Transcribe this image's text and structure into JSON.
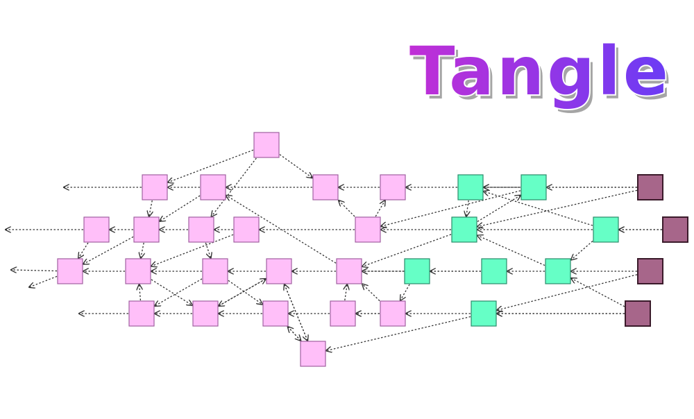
{
  "title": "Tangle",
  "colors": {
    "title_start": "#c02fd6",
    "title_end": "#6a3cf5",
    "pink": "#ffbff9",
    "pink_border": "#a060a0",
    "green": "#66ffc6",
    "green_border": "#2a8a6a",
    "purple": "#a7668a",
    "purple_border": "#3a1a2a",
    "edge": "#333333"
  },
  "nodes": [
    {
      "id": "P0",
      "state": "pink"
    },
    {
      "id": "A1",
      "state": "pink"
    },
    {
      "id": "A2",
      "state": "pink"
    },
    {
      "id": "A3",
      "state": "pink"
    },
    {
      "id": "A4",
      "state": "pink"
    },
    {
      "id": "A5",
      "state": "green"
    },
    {
      "id": "A6",
      "state": "green"
    },
    {
      "id": "A7",
      "state": "purple"
    },
    {
      "id": "B1",
      "state": "pink"
    },
    {
      "id": "B2",
      "state": "pink"
    },
    {
      "id": "B3",
      "state": "pink"
    },
    {
      "id": "B4",
      "state": "pink"
    },
    {
      "id": "B5",
      "state": "pink"
    },
    {
      "id": "B6",
      "state": "green"
    },
    {
      "id": "B7",
      "state": "green"
    },
    {
      "id": "B8",
      "state": "purple"
    },
    {
      "id": "C1",
      "state": "pink"
    },
    {
      "id": "C2",
      "state": "pink"
    },
    {
      "id": "C3",
      "state": "pink"
    },
    {
      "id": "C4",
      "state": "pink"
    },
    {
      "id": "C5",
      "state": "pink"
    },
    {
      "id": "C6",
      "state": "green"
    },
    {
      "id": "C7",
      "state": "green"
    },
    {
      "id": "C8",
      "state": "green"
    },
    {
      "id": "C9",
      "state": "purple"
    },
    {
      "id": "D1",
      "state": "pink"
    },
    {
      "id": "D2",
      "state": "pink"
    },
    {
      "id": "D3",
      "state": "pink"
    },
    {
      "id": "D4",
      "state": "pink"
    },
    {
      "id": "D5",
      "state": "pink"
    },
    {
      "id": "D6",
      "state": "green"
    },
    {
      "id": "D7",
      "state": "purple"
    },
    {
      "id": "E1",
      "state": "pink"
    }
  ],
  "edges": [
    [
      "A7",
      "A6"
    ],
    [
      "A6",
      "A5"
    ],
    [
      "A5",
      "A4"
    ],
    [
      "A4",
      "A3"
    ],
    [
      "A3",
      "A2"
    ],
    [
      "A2",
      "A1"
    ],
    [
      "A1",
      "L1"
    ],
    [
      "B8",
      "B7"
    ],
    [
      "B7",
      "B6"
    ],
    [
      "B6",
      "B5"
    ],
    [
      "B5",
      "B4"
    ],
    [
      "B4",
      "B3"
    ],
    [
      "B3",
      "B2"
    ],
    [
      "B2",
      "B1"
    ],
    [
      "B1",
      "L2"
    ],
    [
      "C9",
      "C8"
    ],
    [
      "C8",
      "C7"
    ],
    [
      "C7",
      "C6"
    ],
    [
      "C6",
      "C5"
    ],
    [
      "C5",
      "C4"
    ],
    [
      "C4",
      "C3"
    ],
    [
      "C3",
      "C2"
    ],
    [
      "C2",
      "C1"
    ],
    [
      "C1",
      "L3a"
    ],
    [
      "C1",
      "L3b"
    ],
    [
      "D7",
      "D6"
    ],
    [
      "D6",
      "D5"
    ],
    [
      "D5",
      "D4"
    ],
    [
      "D4",
      "D3"
    ],
    [
      "D3",
      "D2"
    ],
    [
      "D2",
      "D1"
    ],
    [
      "D1",
      "L4"
    ],
    [
      "P0",
      "A1"
    ],
    [
      "P0",
      "A3"
    ],
    [
      "P0",
      "B3"
    ],
    [
      "A1",
      "B2"
    ],
    [
      "A2",
      "B2"
    ],
    [
      "A5",
      "B6"
    ],
    [
      "A6",
      "B5"
    ],
    [
      "A7",
      "A5"
    ],
    [
      "A7",
      "B6"
    ],
    [
      "B1",
      "C1"
    ],
    [
      "B2",
      "C2"
    ],
    [
      "B3",
      "C3"
    ],
    [
      "B4",
      "C2"
    ],
    [
      "B5",
      "A4"
    ],
    [
      "B5",
      "A3"
    ],
    [
      "B6",
      "C5"
    ],
    [
      "B6",
      "A6"
    ],
    [
      "B7",
      "A5"
    ],
    [
      "B8",
      "B7"
    ],
    [
      "B7",
      "C8"
    ],
    [
      "C2",
      "D2"
    ],
    [
      "C3",
      "D3"
    ],
    [
      "C4",
      "D2"
    ],
    [
      "C4",
      "E1"
    ],
    [
      "C5",
      "A2"
    ],
    [
      "C6",
      "D5"
    ],
    [
      "C7",
      "C5"
    ],
    [
      "C8",
      "B6"
    ],
    [
      "C9",
      "D6"
    ],
    [
      "D1",
      "C2"
    ],
    [
      "D2",
      "C4"
    ],
    [
      "D3",
      "E1"
    ],
    [
      "D4",
      "C5"
    ],
    [
      "D5",
      "C5"
    ],
    [
      "D5",
      "D4"
    ],
    [
      "D6",
      "E1"
    ],
    [
      "D7",
      "C8"
    ],
    [
      "D7",
      "D6"
    ],
    [
      "E1",
      "D3"
    ],
    [
      "E1",
      "C4"
    ],
    [
      "C3",
      "D1"
    ],
    [
      "B2",
      "C1"
    ]
  ]
}
